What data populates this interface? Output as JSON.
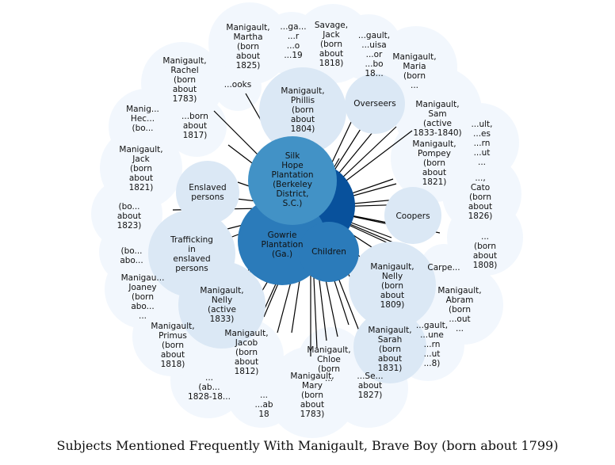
{
  "title": "Subjects Mentioned Frequently With Manigault, Brave Boy (born about 1799)",
  "colors": {
    "outer": "#f2f7fd",
    "light": "#dbe8f5",
    "mid": "#2b7bba",
    "main": "#4292c6",
    "dark": "#08519c",
    "edge": "#000000"
  },
  "hubs": [
    {
      "id": "silk",
      "label": [
        "Silk",
        "Hope",
        "Plantation",
        "(Berkeley",
        "District,",
        "S.C.)"
      ]
    },
    {
      "id": "gowrie",
      "label": [
        "Gowrie",
        "Plantation",
        "(Ga.)"
      ]
    },
    {
      "id": "children",
      "label": [
        "Children"
      ]
    },
    {
      "id": "dark",
      "label": []
    }
  ],
  "topics": [
    {
      "id": "trafficking",
      "label": [
        "Trafficking",
        "in",
        "enslaved",
        "persons"
      ]
    },
    {
      "id": "enslaved",
      "label": [
        "Enslaved",
        "persons"
      ]
    },
    {
      "id": "overseers",
      "label": [
        "Overseers"
      ]
    },
    {
      "id": "coopers",
      "label": [
        "Coopers"
      ]
    },
    {
      "id": "phillis",
      "label": [
        "Manigault,",
        "Phillis",
        "(born",
        "about",
        "1804)"
      ]
    },
    {
      "id": "nelly1809",
      "label": [
        "Manigault,",
        "Nelly",
        "(born",
        "about",
        "1809)"
      ]
    },
    {
      "id": "nelly1833",
      "label": [
        "Manigault,",
        "Nelly",
        "(active",
        "1833)"
      ]
    },
    {
      "id": "sarah",
      "label": [
        "Manigault,",
        "Sarah",
        "(born",
        "about",
        "1831)"
      ]
    }
  ],
  "people": [
    {
      "id": "martha",
      "label": [
        "Manigault,",
        "Martha",
        "(born",
        "about",
        "1825)"
      ]
    },
    {
      "id": "m1819",
      "label": [
        "...ga...",
        "...r",
        "...o",
        "...19"
      ]
    },
    {
      "id": "jack1818",
      "label": [
        "Savage,",
        "Jack",
        "(born",
        "about",
        "1818)"
      ]
    },
    {
      "id": "louisa",
      "label": [
        "...gault,",
        "...uisa",
        "...or",
        "...bo",
        "18..."
      ]
    },
    {
      "id": "maria",
      "label": [
        "Manigault,",
        "Maria",
        "(born",
        "..."
      ]
    },
    {
      "id": "sam",
      "label": [
        "Manigault,",
        "Sam",
        "(active",
        "1833-1840)"
      ]
    },
    {
      "id": "moses",
      "label": [
        "...ult,",
        "...es",
        "...rn",
        "...ut",
        "..."
      ]
    },
    {
      "id": "pompey",
      "label": [
        "Manigault,",
        "Pompey",
        "(born",
        "about",
        "1821)"
      ]
    },
    {
      "id": "cato",
      "label": [
        "...,",
        "Cato",
        "(born",
        "about",
        "1826)"
      ]
    },
    {
      "id": "p1808",
      "label": [
        "...",
        "(born",
        "about",
        "1808)"
      ]
    },
    {
      "id": "carpenters",
      "label": [
        "Carpe..."
      ]
    },
    {
      "id": "abram",
      "label": [
        "Manigault,",
        "Abram",
        "(born",
        "...out",
        "..."
      ]
    },
    {
      "id": "june",
      "label": [
        "...gault,",
        "...une",
        "...rn",
        "...ut",
        "...8)"
      ]
    },
    {
      "id": "p1827",
      "label": [
        "...Se...",
        "about",
        "1827)"
      ]
    },
    {
      "id": "mary",
      "label": [
        "Manigault,",
        "Mary",
        "(born",
        "about",
        "1783)"
      ]
    },
    {
      "id": "p18x",
      "label": [
        "...",
        "...ab",
        "18"
      ]
    },
    {
      "id": "chloe",
      "label": [
        "Manigault,",
        "Chloe",
        "(born",
        "..."
      ]
    },
    {
      "id": "jacob",
      "label": [
        "Manigault,",
        "Jacob",
        "(born",
        "about",
        "1812)"
      ]
    },
    {
      "id": "p1828",
      "label": [
        "...",
        "(ab...",
        "1828-18..."
      ]
    },
    {
      "id": "primus",
      "label": [
        "Manigault,",
        "Primus",
        "(born",
        "about",
        "1818)"
      ]
    },
    {
      "id": "joaney",
      "label": [
        "Manigau...",
        "Joaney",
        "(born",
        "abo...",
        "..."
      ]
    },
    {
      "id": "p18y",
      "label": [
        "(bo...",
        "abo..."
      ]
    },
    {
      "id": "p1823",
      "label": [
        "(bo...",
        "about",
        "1823)"
      ]
    },
    {
      "id": "jack1821",
      "label": [
        "Manigault,",
        "Jack",
        "(born",
        "about",
        "1821)"
      ]
    },
    {
      "id": "hector",
      "label": [
        "Manig...",
        "Hec...",
        "(bo..."
      ]
    },
    {
      "id": "rachel",
      "label": [
        "Manigault,",
        "Rachel",
        "(born",
        "about",
        "1783)"
      ]
    },
    {
      "id": "p1817",
      "label": [
        "...born",
        "about",
        "1817)"
      ]
    },
    {
      "id": "cooks",
      "label": [
        "...ooks"
      ]
    }
  ]
}
